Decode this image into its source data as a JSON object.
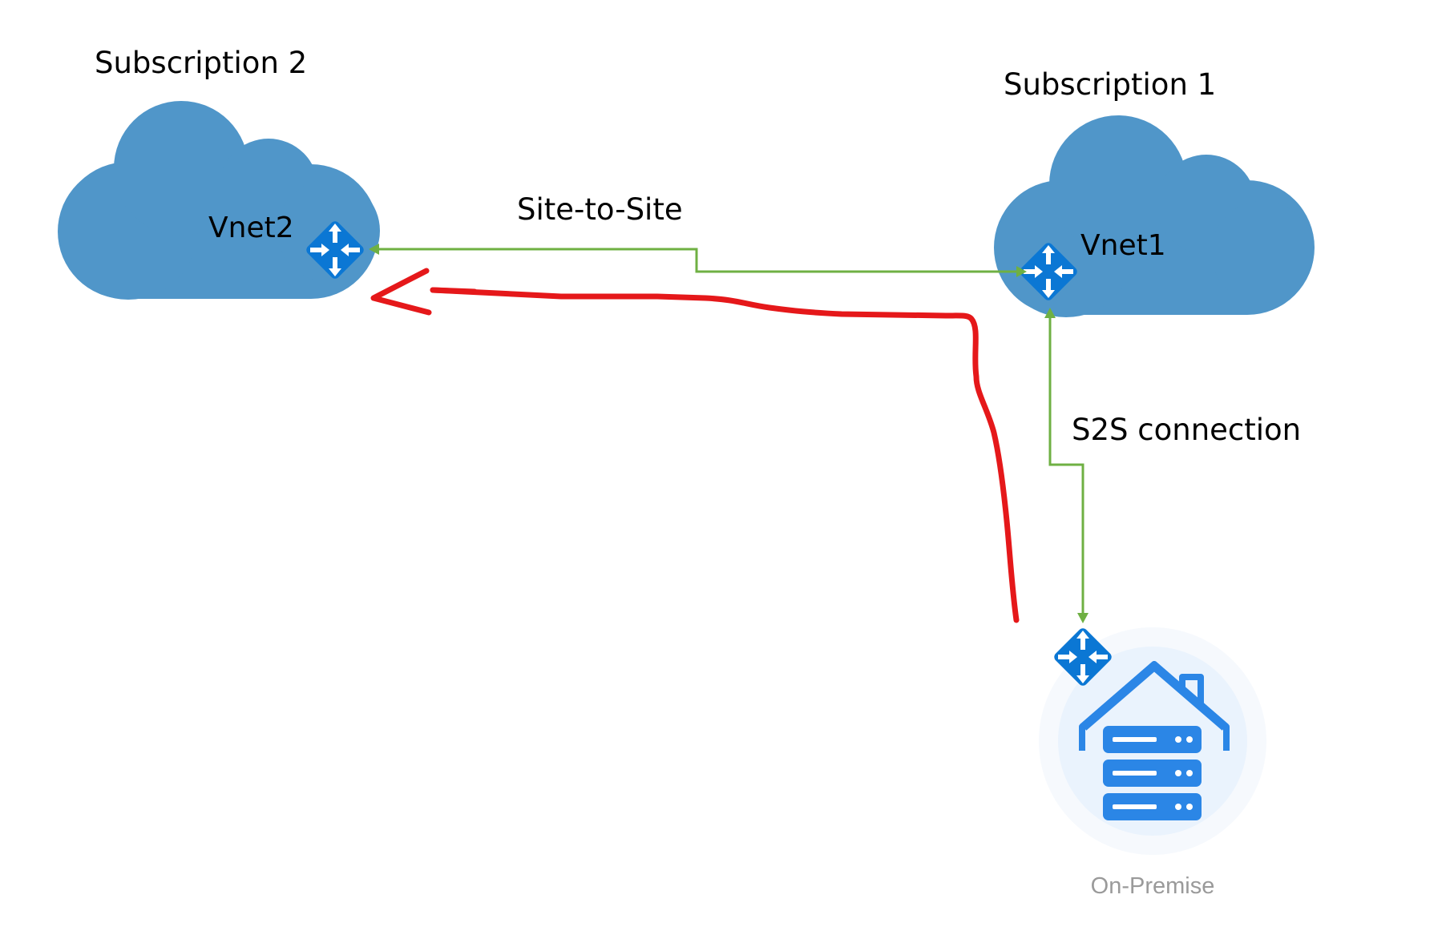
{
  "subscription2": {
    "label": "Subscription 2",
    "vnet_label": "Vnet2"
  },
  "subscription1": {
    "label": "Subscription 1",
    "vnet_label": "Vnet1"
  },
  "connections": {
    "site_to_site_label": "Site-to-Site",
    "s2s_label": "S2S connection"
  },
  "onpremise": {
    "label": "On-Premise"
  },
  "colors": {
    "cloud": "#5096c9",
    "gateway": "#0b77d4",
    "connector": "#6fb043",
    "annotation": "#e5181a",
    "onprem_icon": "#2b86e6",
    "onprem_halo": "#eef5fd",
    "onprem_label": "#9a9a9a"
  },
  "icons": [
    "cloud-icon",
    "gateway-icon",
    "onpremise-icon",
    "annotation-arrow"
  ]
}
